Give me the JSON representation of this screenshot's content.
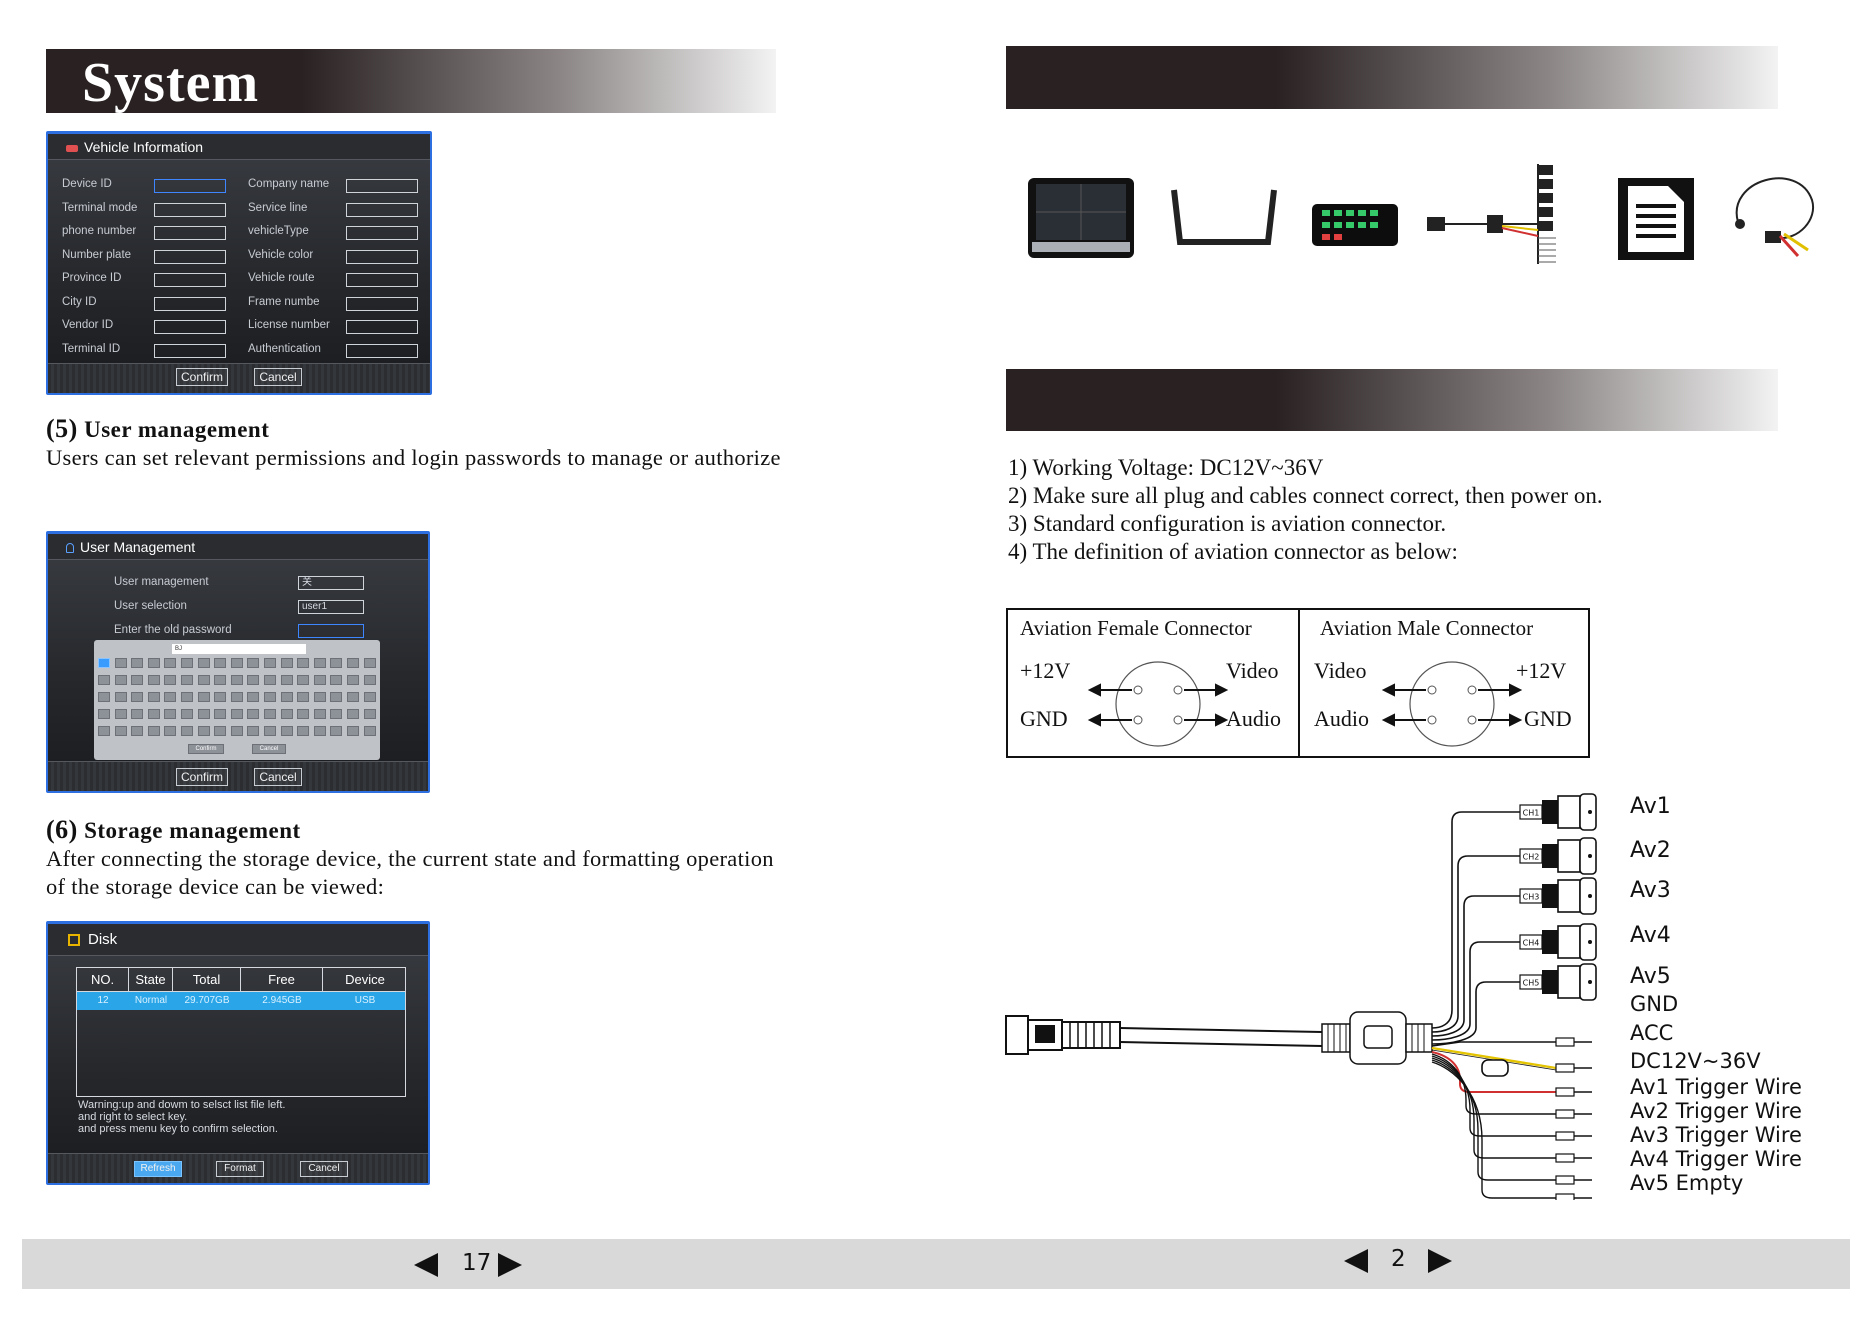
{
  "left_page": {
    "title": "System",
    "vehicle_info": {
      "header": "Vehicle Information",
      "left_labels": [
        "Device ID",
        "Terminal mode",
        "phone number",
        "Number plate",
        "Province ID",
        "City ID",
        "Vendor ID",
        "Terminal ID"
      ],
      "right_labels": [
        "Company name",
        "Service line",
        "vehicleType",
        "Vehicle color",
        "Vehicle route",
        "Frame numbe",
        "License number",
        "Authentication"
      ],
      "confirm": "Confirm",
      "cancel": "Cancel"
    },
    "user_mgmt_section": {
      "heading_num": "(5)",
      "heading": " User management",
      "text": "Users can set relevant permissions and login passwords to manage or authorize"
    },
    "user_mgmt": {
      "header": "User Management",
      "rows": [
        {
          "label": "User management",
          "value": "关"
        },
        {
          "label": "User selection",
          "value": "user1"
        },
        {
          "label": "Enter the old password",
          "value": ""
        }
      ],
      "input_text": "BJ",
      "kbd_confirm": "Confirm",
      "kbd_cancel": "Cancel",
      "confirm": "Confirm",
      "cancel": "Cancel"
    },
    "storage_section": {
      "heading_num": "(6)",
      "heading": " Storage management",
      "text": "After connecting the storage device, the current state and formatting operation of the storage device can be viewed:"
    },
    "disk": {
      "header": "Disk",
      "columns": [
        "NO.",
        "State",
        "Total",
        "Free",
        "Device"
      ],
      "row": [
        "12",
        "Normal",
        "29.707GB",
        "2.945GB",
        "USB"
      ],
      "warning": [
        "Warning:up and dowm to selsct list file left.",
        "and right to select key.",
        "and press menu key to confirm selection."
      ],
      "buttons": [
        "Refresh",
        "Format",
        "Cancel"
      ]
    },
    "page_number": "17"
  },
  "right_page": {
    "specs": [
      "1) Working Voltage: DC12V~36V",
      "2) Make sure all plug and cables connect correct, then power on.",
      "3) Standard configuration is aviation connector.",
      "4) The definition of aviation connector as below:"
    ],
    "connector_table": {
      "female": {
        "title": "Aviation Female Connector",
        "tl": "+12V",
        "tr": "Video",
        "bl": "GND",
        "br": "Audio"
      },
      "male": {
        "title": "Aviation Male Connector",
        "tl": "Video",
        "tr": "+12V",
        "bl": "Audio",
        "br": "GND"
      }
    },
    "channel_tags": [
      "CH1",
      "CH2",
      "CH3",
      "CH4",
      "CH5"
    ],
    "wire_labels": [
      "Av1",
      "Av2",
      "Av3",
      "Av4",
      "Av5",
      "GND",
      "ACC",
      "DC12V~36V",
      "Av1 Trigger Wire",
      "Av2 Trigger Wire",
      "Av3 Trigger Wire",
      "Av4 Trigger Wire",
      "Av5 Empty"
    ],
    "page_number": "2"
  }
}
